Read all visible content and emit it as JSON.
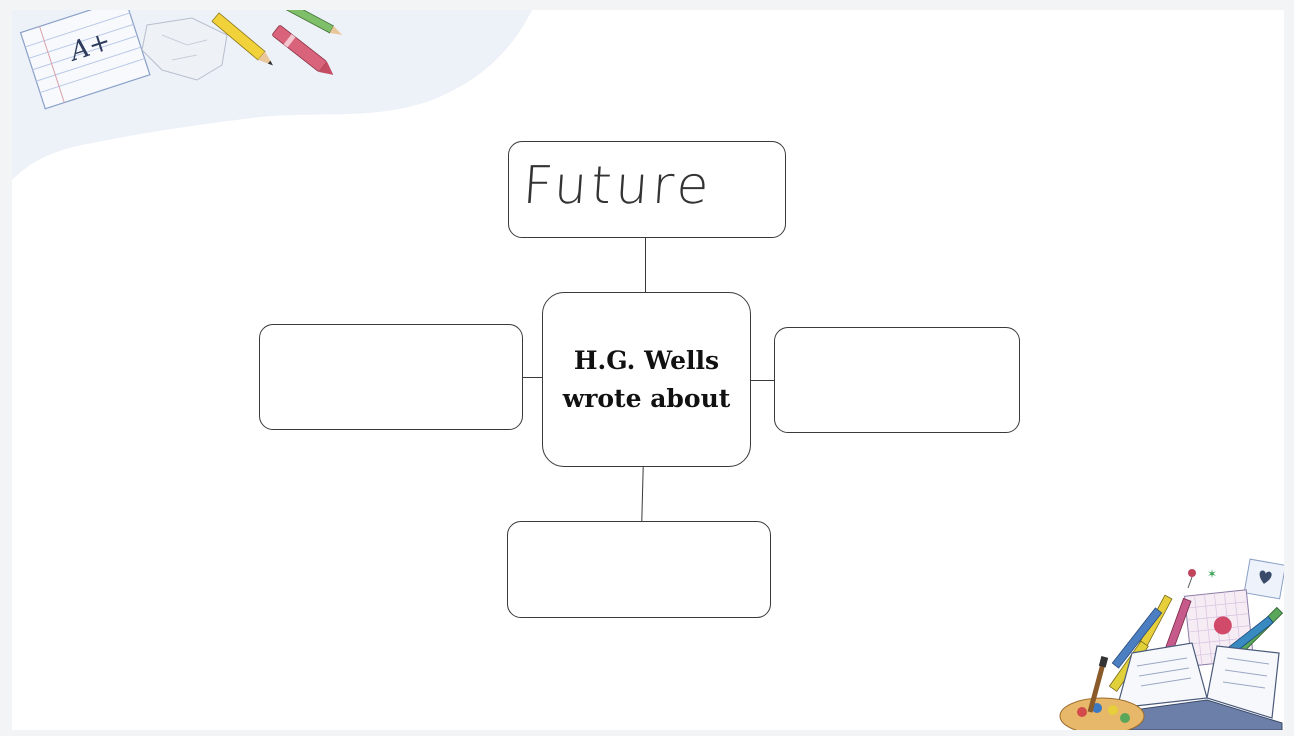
{
  "diagram": {
    "center": {
      "line1": "H.G. Wells",
      "line2": "wrote about"
    },
    "top": {
      "handwriting": "Future"
    },
    "left": {
      "text": ""
    },
    "right": {
      "text": ""
    },
    "bottom": {
      "text": ""
    }
  },
  "decorations": {
    "top_left_icon": "school-supplies-notepad-pencils-icon",
    "bottom_right_icon": "books-art-supplies-icon",
    "paper_grade": "A+"
  },
  "colors": {
    "wave": "#eef1f7",
    "line": "#3a3a3a"
  }
}
